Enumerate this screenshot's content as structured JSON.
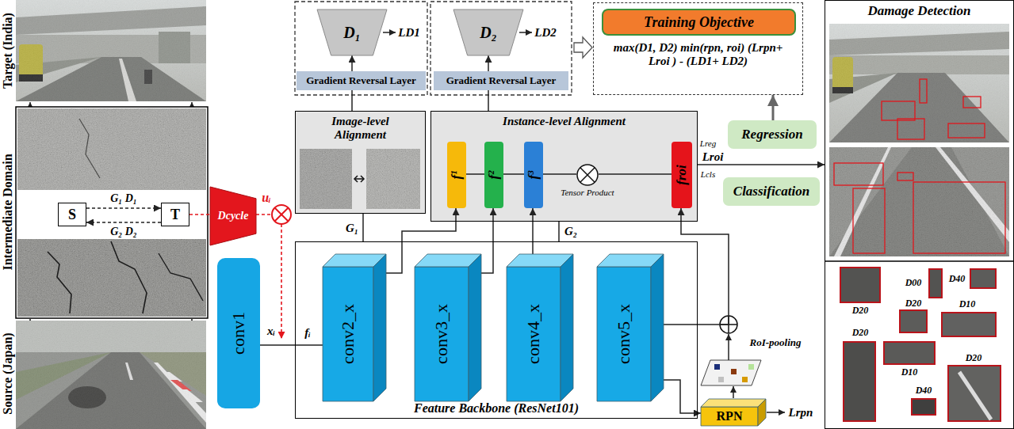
{
  "diagram": {
    "nodes": [
      {
        "text": [
          "S"
        ]
      },
      {
        "text": [
          "T"
        ]
      },
      {
        "text": [
          "Dcycle"
        ]
      },
      {
        "text": [
          "conv1"
        ]
      },
      {
        "text": [
          "Feature Backbone (ResNet101)"
        ]
      },
      {
        "text": [
          "conv2_x"
        ],
        "in": 4
      },
      {
        "text": [
          "conv3_x"
        ],
        "in": 4
      },
      {
        "text": [
          "conv4_x"
        ],
        "in": 4
      },
      {
        "text": [
          "conv5_x"
        ],
        "in": 4
      },
      {
        "text": [
          "D₁"
        ]
      },
      {
        "text": [
          "Gradient Reversal Layer"
        ]
      },
      {
        "text": [
          "D₂"
        ]
      },
      {
        "text": [
          "Gradient Reversal Layer"
        ]
      },
      {
        "text": [
          "max(D1, D2) min(rpn, roi) (Lrpn+ Lroi ) - (LD1+ LD2)"
        ]
      },
      {
        "text": [
          "Training Objective"
        ],
        "in": 13
      },
      {
        "text": [
          "Image-level Alignment"
        ]
      },
      {
        "text": [
          "Instance-level Alignment"
        ]
      },
      {
        "text": [
          "f¹"
        ],
        "in": 16
      },
      {
        "text": [
          "f²"
        ],
        "in": 16
      },
      {
        "text": [
          "f³"
        ],
        "in": 16
      },
      {
        "text": [
          "Tensor Product"
        ],
        "in": 16
      },
      {
        "text": [
          "froi"
        ],
        "in": 16
      },
      {
        "text": [
          "Regression"
        ]
      },
      {
        "text": [
          "Classification"
        ]
      },
      {
        "text": [
          "Damage Detection"
        ]
      },
      {
        "text": [
          "RPN"
        ]
      }
    ],
    "edges": [
      {
        "from": 0,
        "to": 1,
        "arrow": "to",
        "label": "G₁ D₁"
      },
      {
        "from": 1,
        "to": 0,
        "arrow": "to",
        "label": "G₂ D₂"
      },
      {
        "from": 1,
        "to": 2,
        "arrow": "none"
      },
      {
        "from": 3,
        "to": 5,
        "arrow": "none"
      },
      {
        "from": 4,
        "to": 15,
        "arrow": "none",
        "label": "G₁"
      },
      {
        "from": 4,
        "to": 16,
        "arrow": "none",
        "label": "G₂"
      },
      {
        "from": 5,
        "to": 17,
        "arrow": "to"
      },
      {
        "from": 6,
        "to": 18,
        "arrow": "to"
      },
      {
        "from": 7,
        "to": 19,
        "arrow": "to"
      },
      {
        "from": 8,
        "to": 21,
        "arrow": "to"
      },
      {
        "from": 15,
        "to": 10,
        "arrow": "none"
      },
      {
        "from": 10,
        "to": 9,
        "arrow": "to"
      },
      {
        "from": 16,
        "to": 12,
        "arrow": "none"
      },
      {
        "from": 12,
        "to": 11,
        "arrow": "to"
      },
      {
        "from": 17,
        "to": 18,
        "arrow": "none"
      },
      {
        "from": 18,
        "to": 19,
        "arrow": "none"
      },
      {
        "from": 19,
        "to": 20,
        "arrow": "none"
      },
      {
        "from": 20,
        "to": 21,
        "arrow": "none"
      },
      {
        "from": 16,
        "to": 24,
        "arrow": "to",
        "label": "Lroi"
      },
      {
        "from": 22,
        "to": 13,
        "arrow": "to"
      },
      {
        "from": 8,
        "to": 25,
        "arrow": "to"
      }
    ],
    "labels": [
      "Target (India)",
      "Intermediate Domain",
      "Source (Japan)",
      "uᵢ",
      "xᵢ",
      "fᵢ",
      "LD1",
      "LD2",
      "Lreg",
      "Lcls",
      "RoI-pooling",
      "Lrpn",
      "D00",
      "D40",
      "D20",
      "D20",
      "D10",
      "D20",
      "D10",
      "D40",
      "D20"
    ]
  }
}
